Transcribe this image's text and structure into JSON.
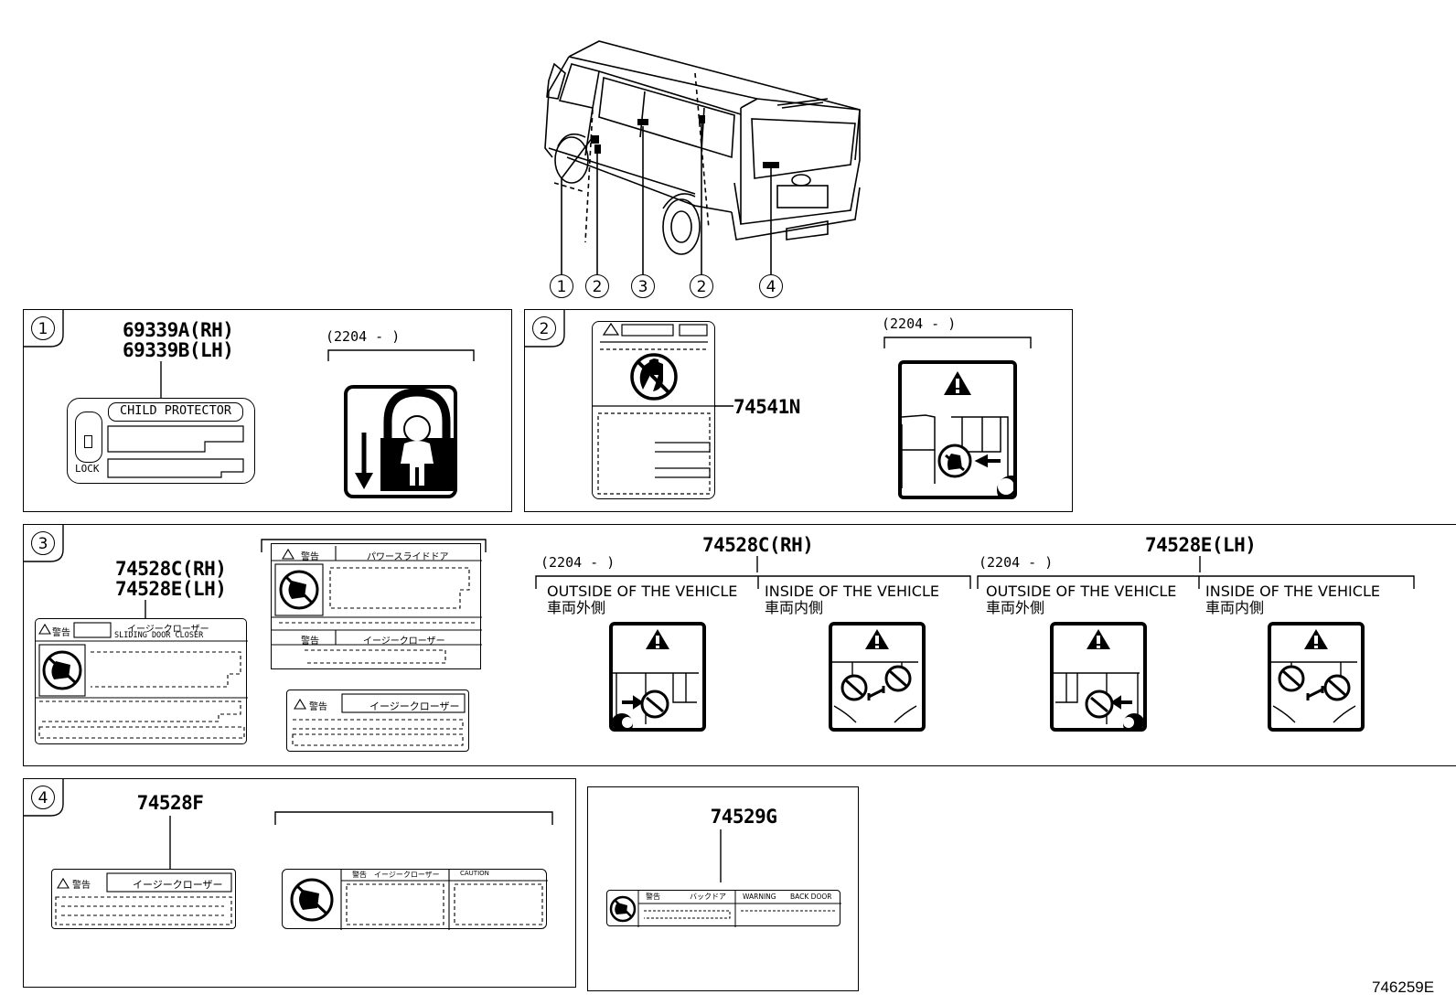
{
  "callout_labels": [
    "1",
    "2",
    "3",
    "2",
    "4"
  ],
  "panel1": {
    "number": "1",
    "part_rh": "69339A(RH)",
    "part_lh": "69339B(LH)",
    "date_range": "(2204 -    )",
    "label_title": "CHILD PROTECTOR",
    "lock_text": "LOCK"
  },
  "panel2": {
    "number": "2",
    "part": "74541N",
    "date_range": "(2204 -    )"
  },
  "panel3": {
    "number": "3",
    "part_rh": "74528C(RH)",
    "part_lh": "74528E(LH)",
    "label_a_warn": "警告",
    "label_a_title": "イージークローザー",
    "label_a_sub": "SLIDING DOOR CLOSER",
    "label_b_warn": "警告",
    "label_b_title": "パワースライドドア",
    "label_b_warn2": "警告",
    "label_b_title2": "イージークローザー",
    "label_c_warn": "警告",
    "label_c_title": "イージークローザー",
    "rh_header": "74528C(RH)",
    "lh_header": "74528E(LH)",
    "rh_date": "(2204 -    )",
    "lh_date": "(2204 -    )",
    "outside_en": "OUTSIDE OF THE VEHICLE",
    "outside_jp": "車両外側",
    "inside_en": "INSIDE OF THE VEHICLE",
    "inside_jp": "車両内側"
  },
  "panel4": {
    "number": "4",
    "part": "74528F",
    "label_warn": "警告",
    "label_title": "イージークローザー",
    "label2_warn": "警告",
    "label2_title": "イージークローザー",
    "label2_caution": "CAUTION"
  },
  "panel5": {
    "part": "74529G",
    "warn_jp": "警告",
    "title_jp": "バックドア",
    "warn_en": "WARNING",
    "title_en": "BACK DOOR"
  },
  "figure_id": "746259E"
}
